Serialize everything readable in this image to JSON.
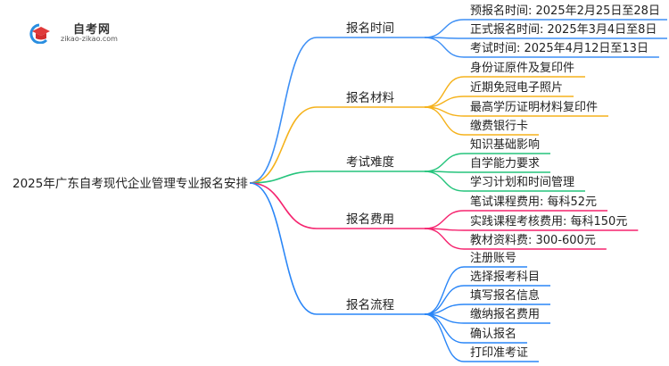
{
  "logo": {
    "title": "自考网",
    "url": "zikao-zikao.com"
  },
  "root": "2025年广东自考现代企业管理专业报名安排",
  "branches": [
    {
      "label": "报名时间",
      "color": "#3d8ff5",
      "leaves": [
        "预报名时间: 2025年2月25日至28日",
        "正式报名时间: 2025年3月4日至8日",
        "考试时间: 2025年4月12日至13日"
      ]
    },
    {
      "label": "报名材料",
      "color": "#f5b21b",
      "leaves": [
        "身份证原件及复印件",
        "近期免冠电子照片",
        "最高学历证明材料复印件",
        "缴费银行卡"
      ]
    },
    {
      "label": "考试难度",
      "color": "#25c47c",
      "leaves": [
        "知识基础影响",
        "自学能力要求",
        "学习计划和时间管理"
      ]
    },
    {
      "label": "报名费用",
      "color": "#f5246f",
      "leaves": [
        "笔试课程费用: 每科52元",
        "实践课程考核费用: 每科150元",
        "教材资料费: 300-600元"
      ]
    },
    {
      "label": "报名流程",
      "color": "#2a86f7",
      "leaves": [
        "注册账号",
        "选择报考科目",
        "填写报名信息",
        "缴纳报名费用",
        "确认报名",
        "打印准考证"
      ]
    }
  ]
}
